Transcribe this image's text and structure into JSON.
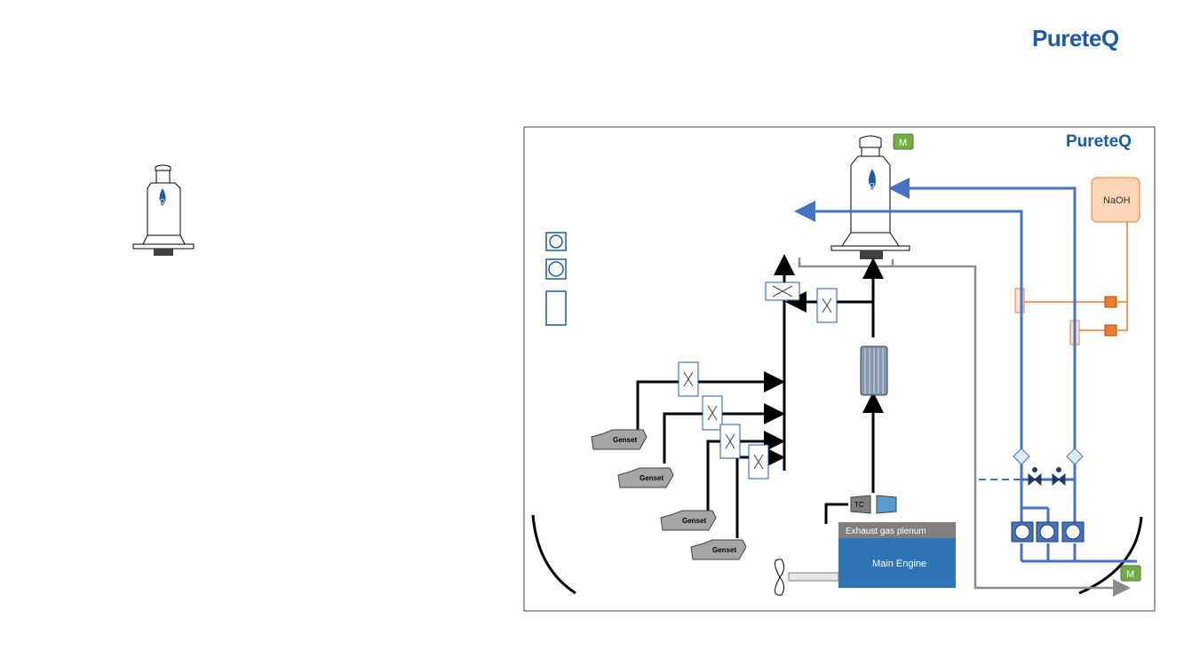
{
  "brand": {
    "logo_text": "PureteQ",
    "accent": "#1f5aa6"
  },
  "labels": {
    "naoh": "NaOH",
    "exhaust_plenum": "Exhaust gas plenum",
    "main_engine": "Main Engine",
    "tc": "TC",
    "motor": "M",
    "scrubber_mark": "Q",
    "genset": "Genset"
  },
  "gensets": [
    "Genset",
    "Genset",
    "Genset",
    "Genset"
  ],
  "colors": {
    "water_line": "#4472c4",
    "dosing_line": "#ed7d31",
    "exhaust_line": "#000000",
    "discharge_line": "#8c8c8c",
    "engine_fill": "#2e75b6",
    "plenum_fill": "#7f7f7f",
    "naoh_fill": "#fbd5b5",
    "motor_fill": "#70ad47"
  }
}
